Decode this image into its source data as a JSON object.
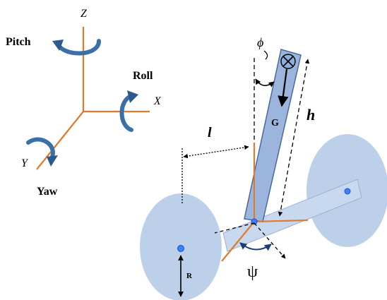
{
  "axes_labels": {
    "z": "Z",
    "x": "X",
    "y": "Y",
    "pitch": "Pitch",
    "roll": "Roll",
    "yaw": "Yaw"
  },
  "robot_labels": {
    "phi": "ϕ",
    "h": "h",
    "g": "G",
    "l": "l",
    "r": "R",
    "psi": "ψ"
  },
  "colors": {
    "axis_orange": "#e07a2c",
    "rotation_arrow_blue": "#3a6fa8",
    "rotation_arrow_dark": "#2c5a8e",
    "wheel_fill": "#bcd0ea",
    "body_fill": "#9bb5dd",
    "body_stroke": "#4a6a9a",
    "axle_fill": "#c8d8ee",
    "hub_blue": "#3b82f6",
    "mass_fill": "#8faee0",
    "line_black": "#000000"
  },
  "icons": {
    "com_symbol": "circle-x-icon"
  }
}
